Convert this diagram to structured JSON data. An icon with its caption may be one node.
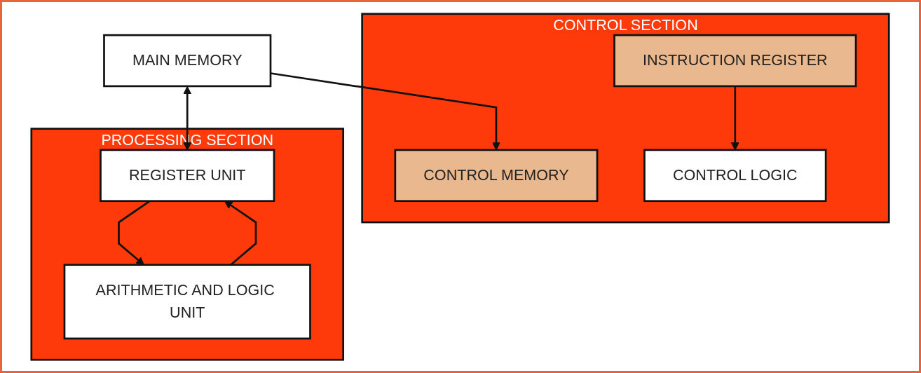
{
  "diagram": {
    "nodes": [
      {
        "text": [
          "MAIN MEMORY"
        ]
      },
      {
        "text": [
          "CONTROL SECTION"
        ]
      },
      {
        "text": [
          "CONTROL MEMORY"
        ],
        "in": 1
      },
      {
        "text": [
          "INSTRUCTION REGISTER"
        ],
        "in": 1
      },
      {
        "text": [
          "CONTROL LOGIC"
        ],
        "in": 1
      },
      {
        "text": [
          "PROCESSING SECTION"
        ]
      },
      {
        "text": [
          "REGISTER UNIT"
        ],
        "in": 5
      },
      {
        "text": [
          "ARITHMETIC AND LOGIC UNIT"
        ],
        "in": 5
      }
    ],
    "edges": [
      {
        "from": 0,
        "to": 6,
        "arrow": "both"
      },
      {
        "from": 0,
        "to": 2,
        "arrow": "to"
      },
      {
        "from": 3,
        "to": 4,
        "arrow": "to"
      },
      {
        "from": 6,
        "to": 7,
        "arrow": "to"
      },
      {
        "from": 7,
        "to": 6,
        "arrow": "to"
      }
    ]
  }
}
